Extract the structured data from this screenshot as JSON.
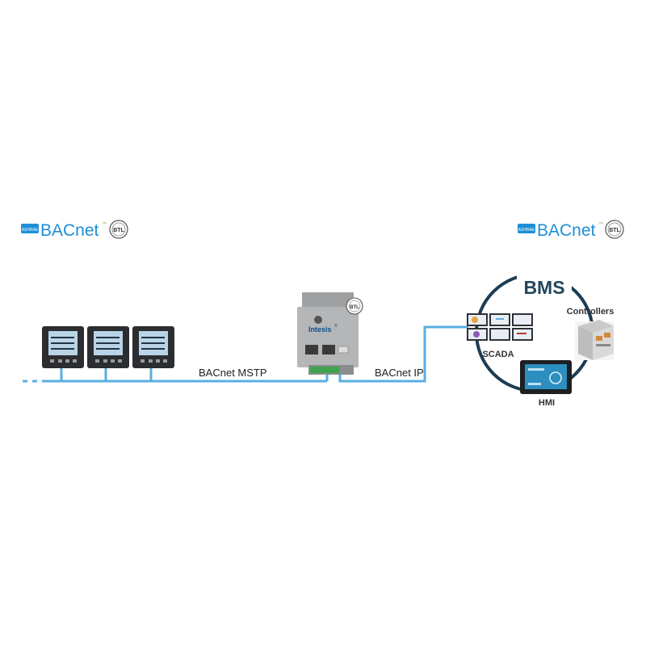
{
  "colors": {
    "line": "#5aaee0",
    "ring": "#1b3d55",
    "bacnet_blue": "#1e8fd6",
    "bacnet_green": "#7ab648",
    "device_dark": "#2b2d30",
    "gateway_grey": "#b4b6b8"
  },
  "logos": {
    "left": {
      "ashrae": "ASHRAE",
      "bacnet": "BACnet",
      "tm": "™",
      "btl": "BTL"
    },
    "right": {
      "ashrae": "ASHRAE",
      "bacnet": "BACnet",
      "tm": "™",
      "btl": "BTL"
    }
  },
  "gateway": {
    "brand": "Intesis",
    "reg": "®",
    "btl": "BTL"
  },
  "links": {
    "mstp": "BACnet MSTP",
    "ip": "BACnet IP"
  },
  "bms": {
    "title": "BMS",
    "scada": "SCADA",
    "controllers": "Controllers",
    "hmi": "HMI"
  }
}
